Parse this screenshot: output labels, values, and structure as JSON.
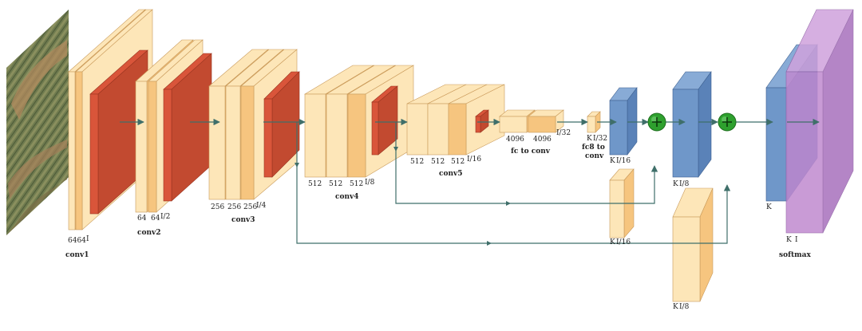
{
  "colors": {
    "feature": "#fde6b8",
    "featureDark": "#f6c57f",
    "featureEdge": "#c99a5a",
    "pool": "#d9553a",
    "score": "#6f97c9",
    "scoreEdge": "#3c5f8f",
    "softmax": "#c08ad0",
    "add": "#2ea02e",
    "arrow": "#3f6f6a"
  },
  "icons": {
    "add": "plus-circle-icon",
    "input": "aerial-image-thumbnail"
  },
  "stages": {
    "conv1": "conv1",
    "conv2": "conv2",
    "conv3": "conv3",
    "conv4": "conv4",
    "conv5": "conv5",
    "fc": "fc to conv",
    "fc8a": "fc8 to",
    "fc8b": "conv",
    "softmax": "softmax"
  },
  "labels": {
    "c1": "6464",
    "c1s": "I",
    "c2a": "64",
    "c2b": "64",
    "c2s": "I/2",
    "c3a": "256",
    "c3b": "256",
    "c3c": "256",
    "c3s": "I/4",
    "c4a": "512",
    "c4b": "512",
    "c4c": "512",
    "c4s": "I/8",
    "c5a": "512",
    "c5b": "512",
    "c5c": "512",
    "c5s": "I/16",
    "fca": "4096",
    "fcb": "4096",
    "fcs": "I/32",
    "fc8k": "K",
    "fc8s": "I/32",
    "up1k": "K",
    "up1s": "I/16",
    "skip1k": "K",
    "skip1s": "I/16",
    "up2k": "K",
    "up2s": "I/8",
    "skip2k": "K",
    "skip2s": "I/8",
    "outk": "K",
    "smk": "K",
    "sms": "I"
  }
}
